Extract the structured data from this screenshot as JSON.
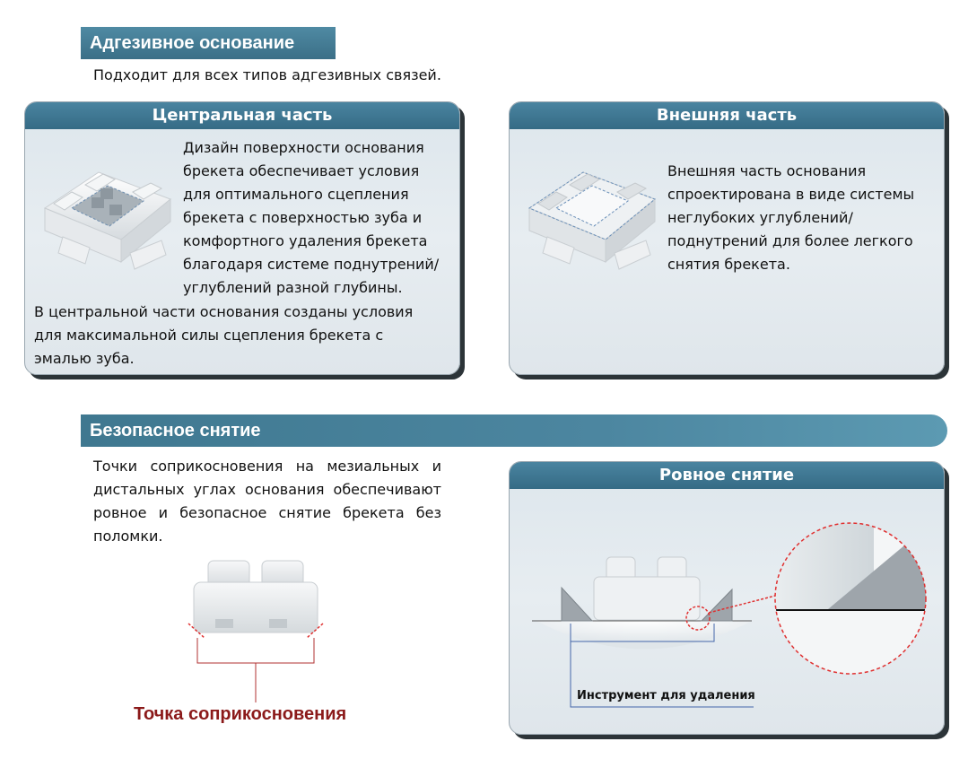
{
  "adhesive": {
    "header": "Адгезивное основание",
    "subtitle": "Подходит для всех типов адгезивных связей."
  },
  "central": {
    "title": "Центральная часть",
    "text_lines": [
      "Дизайн поверхности основания",
      "брекета обеспечивает условия",
      "для оптимального сцепления",
      "брекета с поверхностью зуба и",
      "комфортного удаления брекета",
      "благодаря системе поднутрений/",
      "углублений разной глубины."
    ],
    "bottom_lines": [
      "В центральной части основания созданы условия",
      "для максимальной силы сцепления брекета с",
      "эмалью зуба."
    ]
  },
  "outer": {
    "title": "Внешняя часть",
    "text_lines": [
      "Внешняя часть основания",
      "спроектирована в виде системы",
      "неглубоких углублений/",
      "поднутрений для более легкого",
      "снятия брекета."
    ]
  },
  "safe_removal": {
    "header": "Безопасное снятие",
    "text": "Точки соприкосновения на мезиальных и дистальных углах основания обеспечивают ровное и безопасное снятие брекета без поломки.",
    "contact_label": "Точка соприкосновения"
  },
  "smooth": {
    "title": "Ровное снятие",
    "tool_label": "Инструмент для удаления"
  },
  "colors": {
    "header_blue": "#3f7890",
    "card_bg": "#e2e9ee",
    "contact_red": "#8b1a1a",
    "dash_red": "#e03030",
    "guide_blue": "#4466aa"
  }
}
